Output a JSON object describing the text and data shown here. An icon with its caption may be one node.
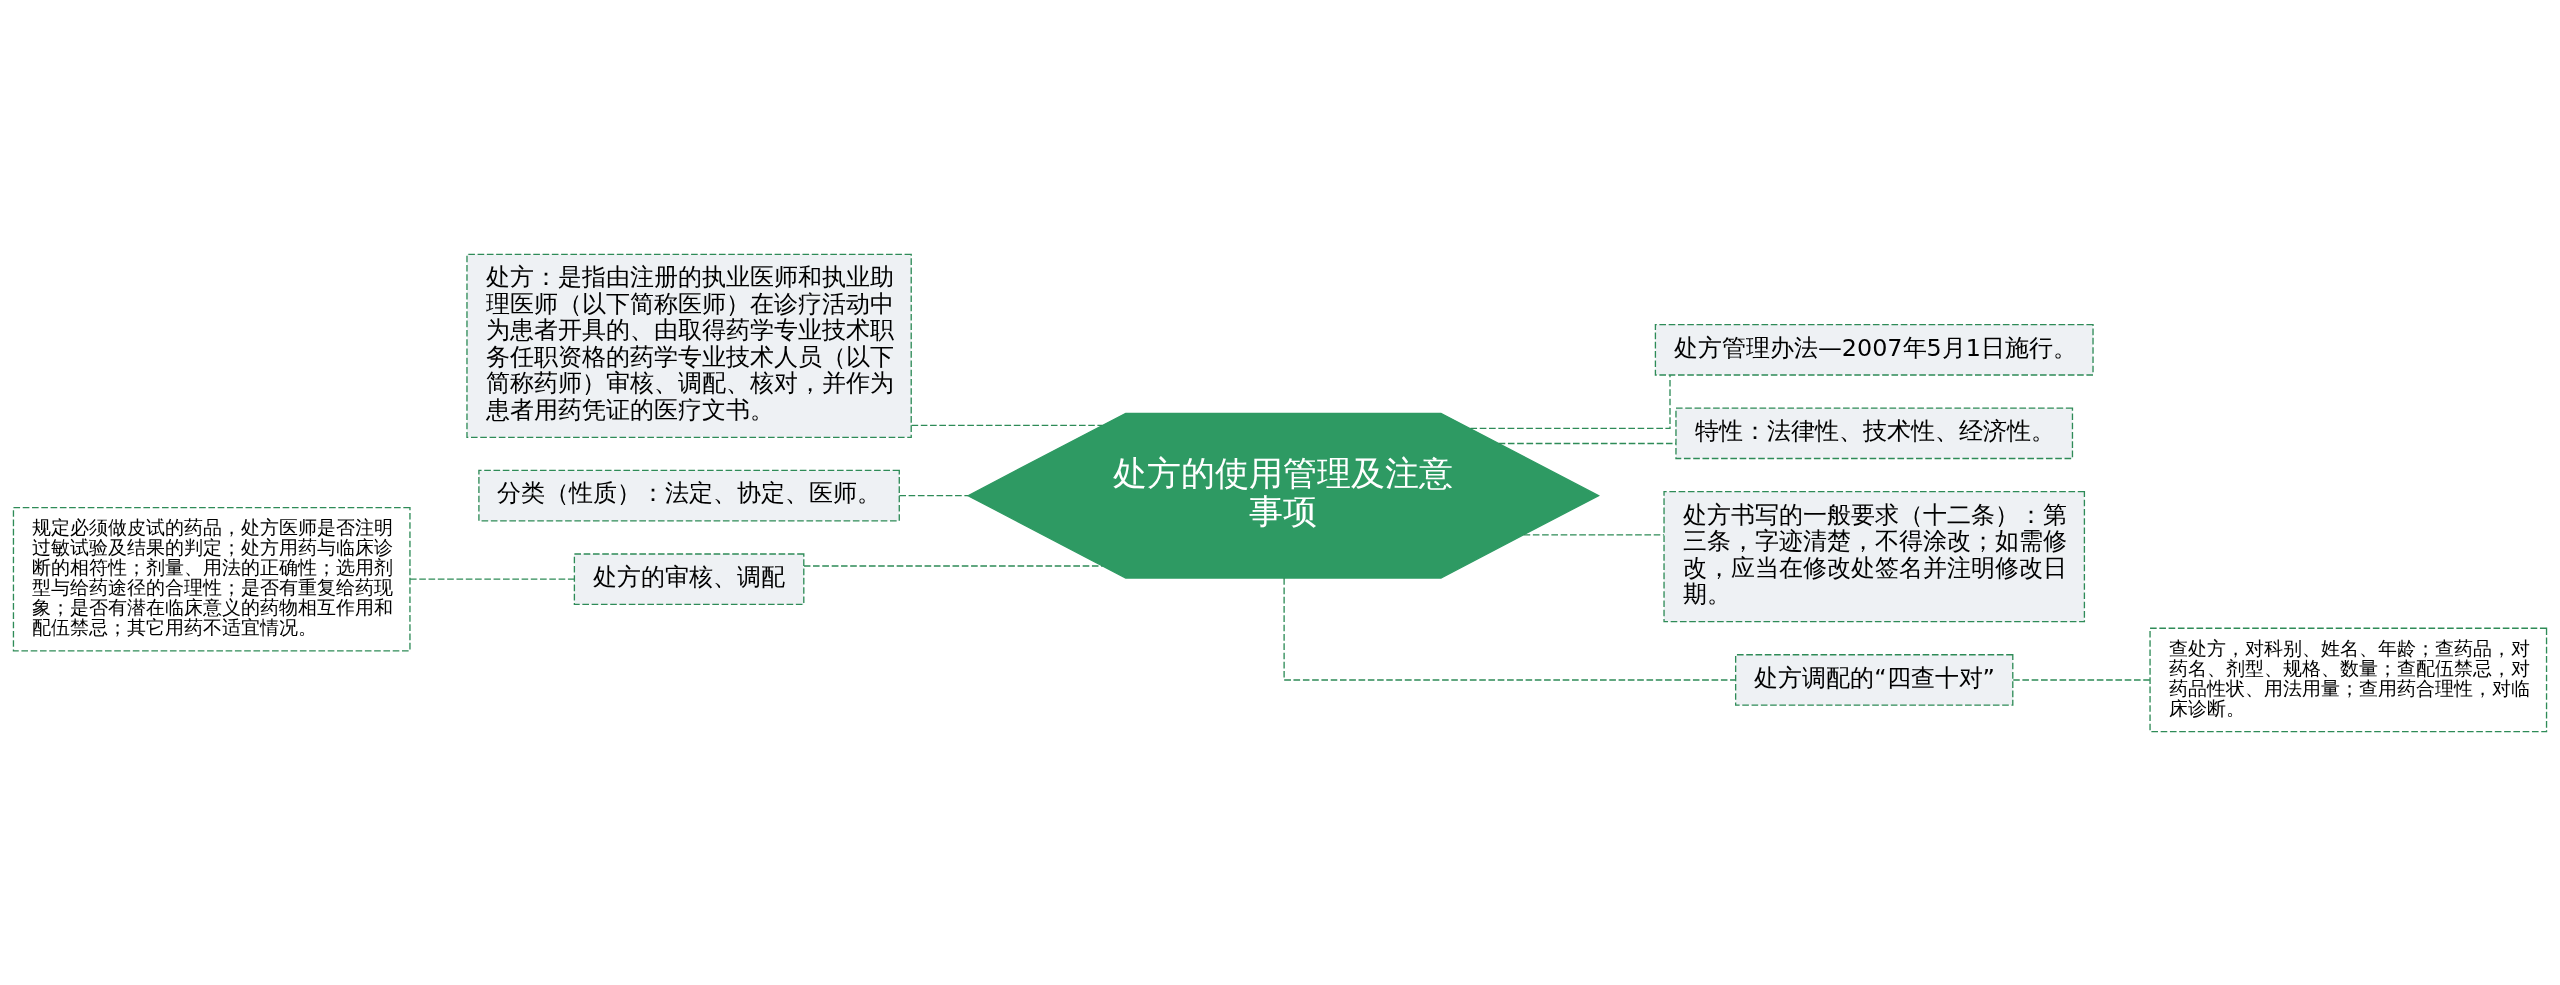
{
  "diagram": {
    "nodes": [
      {
        "text": [
          "处方的使用管理及注意事项"
        ]
      },
      {
        "text": [
          "处方：是指由注册的执业医师和执业助理医师（以下简称医师）在诊疗活动中为患者开具的、由取得药学专业技术职务任职资格的药学专业技术人员（以下简称药师）审核、调配、核对，并作为患者用药凭证的医疗文书。"
        ]
      },
      {
        "text": [
          "分类（性质）：法定、协定、医师。"
        ]
      },
      {
        "text": [
          "处方的审核、调配"
        ]
      },
      {
        "text": [
          "规定必须做皮试的药品，处方医师是否注明过敏试验及结果的判定；处方用药与临床诊断的相符性；剂量、用法的正确性；选用剂型与给药途径的合理性；是否有重复给药现象；是否有潜在临床意义的药物相互作用和配伍禁忌；其它用药不适宜情况。"
        ]
      },
      {
        "text": [
          "处方管理办法—2007年5月1日施行。"
        ]
      },
      {
        "text": [
          "特性：法律性、技术性、经济性。"
        ]
      },
      {
        "text": [
          "处方书写的一般要求（十二条）：第三条，字迹清楚，不得涂改；如需修改，应当在修改处签名并注明修改日期。"
        ]
      },
      {
        "text": [
          "处方调配的“四查十对”"
        ]
      },
      {
        "text": [
          "查处方，对科别、姓名、年龄；查药品，对药名、剂型、规格、数量；查配伍禁忌，对药品性状、用法用量；查用药合理性，对临床诊断。"
        ]
      }
    ],
    "edges": [
      {
        "from": 0,
        "to": 1,
        "arrow": "none"
      },
      {
        "from": 0,
        "to": 2,
        "arrow": "none"
      },
      {
        "from": 0,
        "to": 3,
        "arrow": "none"
      },
      {
        "from": 3,
        "to": 4,
        "arrow": "none"
      },
      {
        "from": 0,
        "to": 5,
        "arrow": "none"
      },
      {
        "from": 0,
        "to": 6,
        "arrow": "none"
      },
      {
        "from": 0,
        "to": 7,
        "arrow": "none"
      },
      {
        "from": 0,
        "to": 8,
        "arrow": "none"
      },
      {
        "from": 8,
        "to": 9,
        "arrow": "none"
      }
    ]
  }
}
